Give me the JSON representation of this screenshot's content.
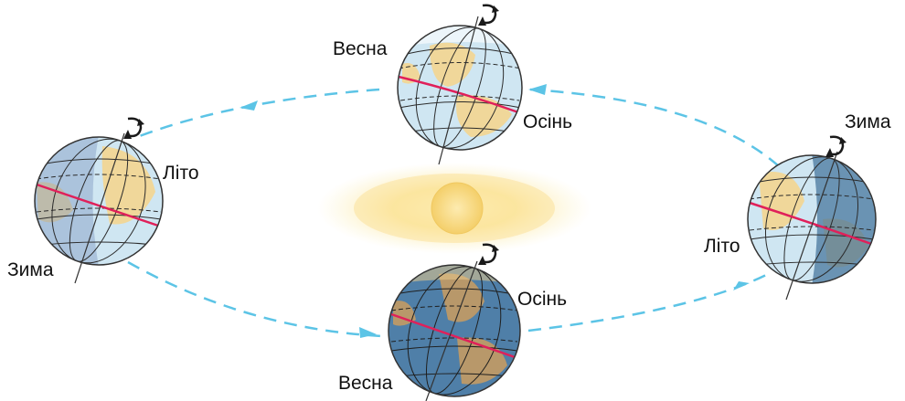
{
  "diagram": {
    "colors": {
      "orbit": "#5cc4e6",
      "sun_core": "#f7d97a",
      "sun_glow": "#fbe9a0",
      "equator": "#e0205a",
      "land_light": "#f0d79a",
      "ocean_light": "#cfe6f2",
      "land_dark": "#b8986a",
      "ocean_dark": "#4f7fa8",
      "grid": "#2b2b2b",
      "rotation_arrow": "#1a1a1a"
    },
    "globes": {
      "top": {
        "label_left": "Весна",
        "label_right": "Осінь",
        "illumination": "lit-from-below"
      },
      "left": {
        "label_right": "Літо",
        "label_bottom": "Зима",
        "illumination": "lit-from-right"
      },
      "right": {
        "label_top": "Зима",
        "label_left": "Літо",
        "illumination": "lit-from-left"
      },
      "bottom": {
        "label_right": "Осінь",
        "label_bottom": "Весна",
        "illumination": "lit-from-above"
      }
    },
    "icons": [
      "sun",
      "rotation-arrow-icon",
      "orbit-arrow-icon"
    ]
  }
}
